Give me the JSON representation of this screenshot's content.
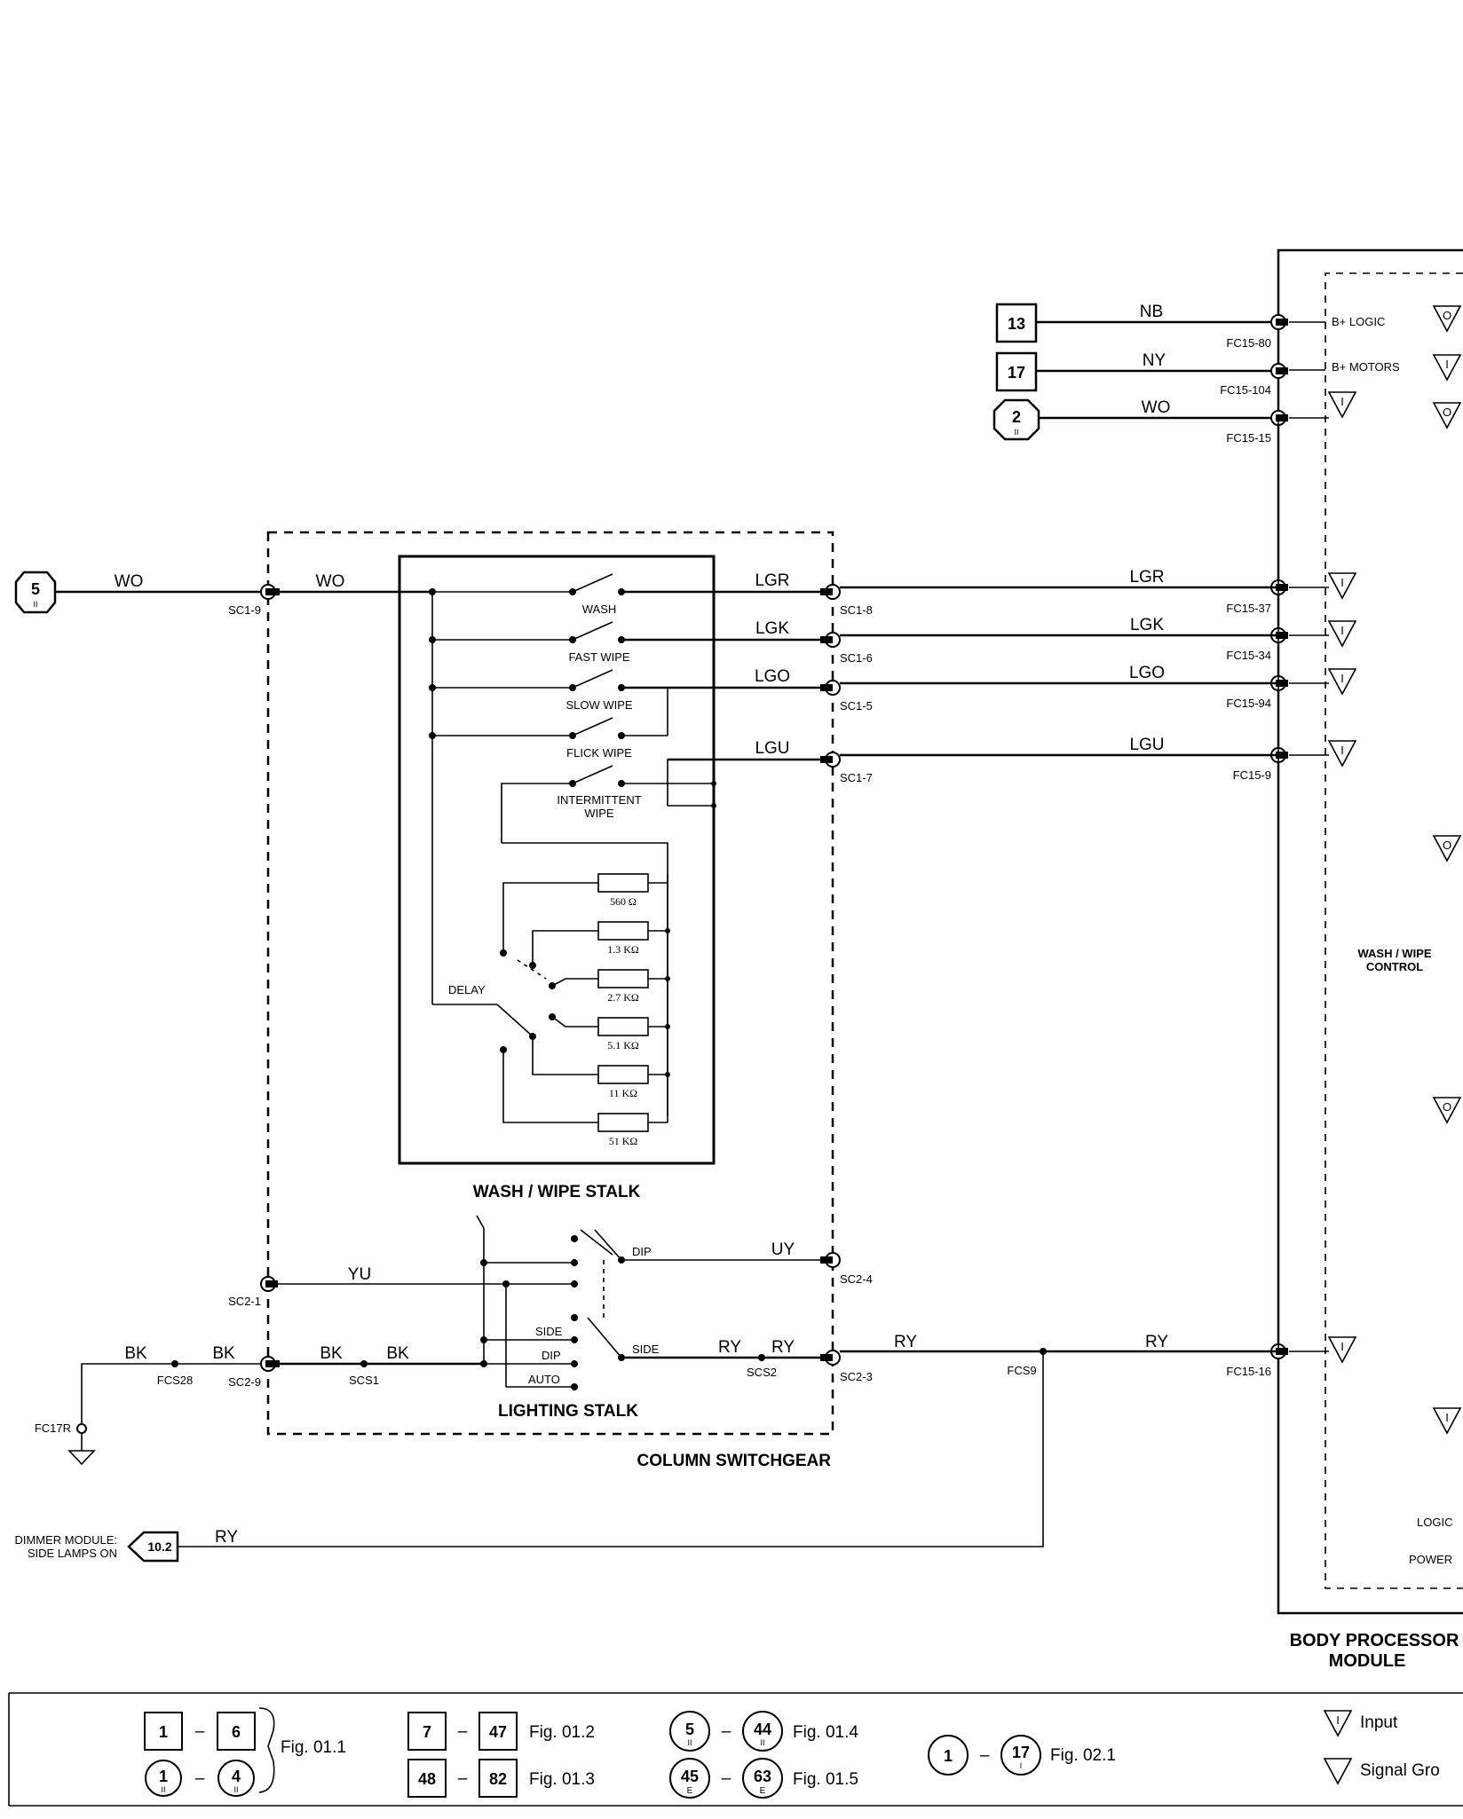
{
  "modules": {
    "body_processor": "BODY PROCESSOR\nMODULE",
    "wash_wipe_control": "WASH / WIPE\nCONTROL",
    "column_switchgear": "COLUMN SWITCHGEAR",
    "wash_wipe_stalk": "WASH / WIPE STALK",
    "lighting_stalk": "LIGHTING STALK"
  },
  "bpm_labels": {
    "b_logic": "B+ LOGIC",
    "b_motors": "B+ MOTORS",
    "logic": "LOGIC",
    "power": "POWER"
  },
  "sources": {
    "src13": "13",
    "src17": "17",
    "src2": "2",
    "src2_sub": "II",
    "src5": "5",
    "src5_sub": "II",
    "dimmer_ref": "10.2",
    "dimmer_label": "DIMMER MODULE:\nSIDE LAMPS ON"
  },
  "wires": {
    "nb": "NB",
    "ny": "NY",
    "wo": "WO",
    "lgr": "LGR",
    "lgk": "LGK",
    "lgo": "LGO",
    "lgu": "LGU",
    "uy": "UY",
    "yu": "YU",
    "bk": "BK",
    "ry": "RY"
  },
  "connectors": {
    "fc15_80": "FC15-80",
    "fc15_104": "FC15-104",
    "fc15_15": "FC15-15",
    "fc15_37": "FC15-37",
    "fc15_34": "FC15-34",
    "fc15_94": "FC15-94",
    "fc15_9": "FC15-9",
    "fc15_16": "FC15-16",
    "sc1_9": "SC1-9",
    "sc1_8": "SC1-8",
    "sc1_6": "SC1-6",
    "sc1_5": "SC1-5",
    "sc1_7": "SC1-7",
    "sc2_4": "SC2-4",
    "sc2_1": "SC2-1",
    "sc2_9": "SC2-9",
    "sc2_3": "SC2-3",
    "scs1": "SCS1",
    "scs2": "SCS2",
    "fcs28": "FCS28",
    "fcs9": "FCS9",
    "fc17r": "FC17R"
  },
  "switch_labels": {
    "wash": "WASH",
    "fast_wipe": "FAST WIPE",
    "slow_wipe": "SLOW WIPE",
    "flick_wipe": "FLICK WIPE",
    "intermittent_wipe": "INTERMITTENT\nWIPE",
    "delay": "DELAY",
    "dip": "DIP",
    "side": "SIDE",
    "auto": "AUTO"
  },
  "resistors": [
    "560 Ω",
    "1.3 KΩ",
    "2.7 KΩ",
    "5.1 KΩ",
    "11 KΩ",
    "51 KΩ"
  ],
  "legend": {
    "row1": [
      {
        "a": "1",
        "b": "6",
        "fig": "Fig. 01.1",
        "shape": "square"
      },
      {
        "a": "7",
        "b": "47",
        "fig": "Fig. 01.2",
        "shape": "square"
      },
      {
        "a": "5",
        "a_sub": "II",
        "b": "44",
        "b_sub": "II",
        "fig": "Fig. 01.4",
        "shape": "circle"
      },
      {
        "a": "1",
        "b": "17",
        "b_sub": "I",
        "fig": "Fig. 02.1",
        "shape": "circle"
      }
    ],
    "row2": [
      {
        "a": "1",
        "a_sub": "II",
        "b": "4",
        "b_sub": "II",
        "shape": "circle"
      },
      {
        "a": "48",
        "b": "82",
        "fig": "Fig. 01.3",
        "shape": "square"
      },
      {
        "a": "45",
        "a_sub": "E",
        "b": "63",
        "b_sub": "E",
        "fig": "Fig. 01.5",
        "shape": "circle"
      }
    ],
    "dash": "–",
    "input_sym": "I",
    "input": "Input",
    "signal_ground": "Signal Gro"
  },
  "bpm_symbols": {
    "tri_i": "I",
    "tri_o": "O"
  }
}
